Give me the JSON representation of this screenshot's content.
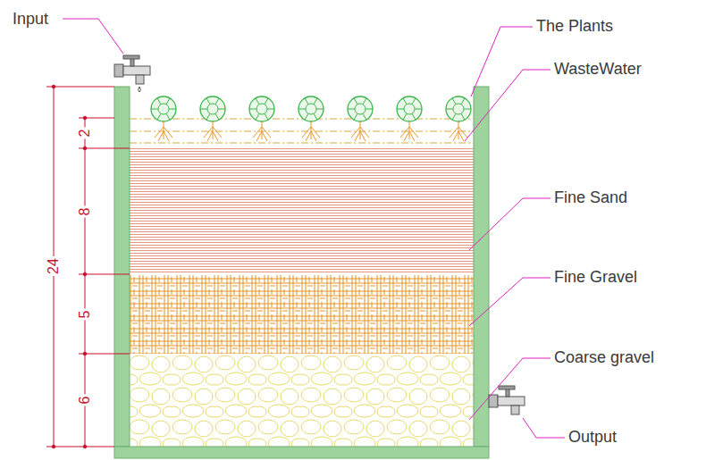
{
  "diagram": {
    "labels": [
      "Input",
      "The Plants",
      "WasteWater",
      "Fine Sand",
      "Fine Gravel",
      "Coarse gravel",
      "Output",
      "24",
      "2",
      "8",
      "5",
      "6"
    ]
  }
}
